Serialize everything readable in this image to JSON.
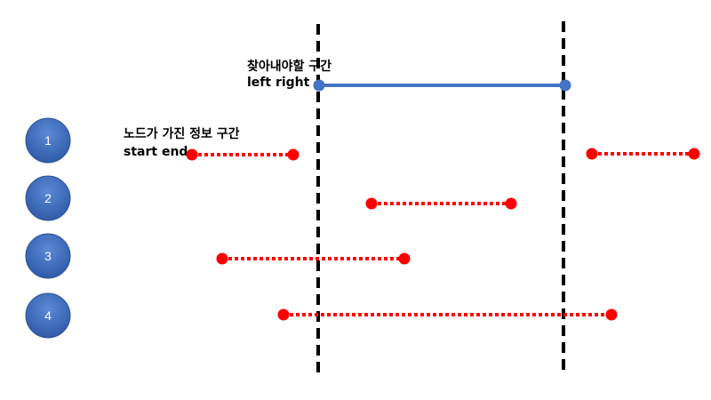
{
  "query": {
    "title": "찾아내야할 구간",
    "endpoints_label": "left right",
    "color": "#4472c4"
  },
  "node_info": {
    "title": "노드가 가진 정보 구간",
    "endpoints_label": "start end",
    "color": "#ff0000"
  },
  "nodes": [
    {
      "label": "1",
      "color": "#4472c4"
    },
    {
      "label": "2",
      "color": "#4472c4"
    },
    {
      "label": "3",
      "color": "#4472c4"
    },
    {
      "label": "4",
      "color": "#4472c4"
    }
  ],
  "boundary_color": "#000000"
}
